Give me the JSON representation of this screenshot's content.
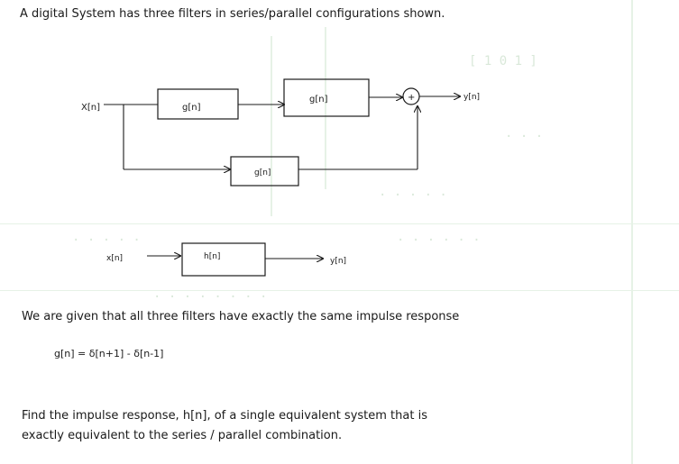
{
  "problem_intro": "A digital System has three filters in series/parallel configurations shown.",
  "diagram_top": {
    "input_label": "X[n]",
    "block_1": "g[n]",
    "block_2": "g[n]",
    "block_3": "g[n]",
    "adder_symbol": "+",
    "output_label": "y[n]"
  },
  "diagram_bottom": {
    "input_label": "x[n]",
    "block": "h[n]",
    "output_label": "y[n]"
  },
  "given_text": "We are given that all three filters have exactly the same impulse response",
  "equation": "g[n] = δ[n+1] - δ[n-1]",
  "question_line_1": "Find the impulse response, h[n], of a single equivalent system that is",
  "question_line_2": "exactly equivalent to the series / parallel combination."
}
